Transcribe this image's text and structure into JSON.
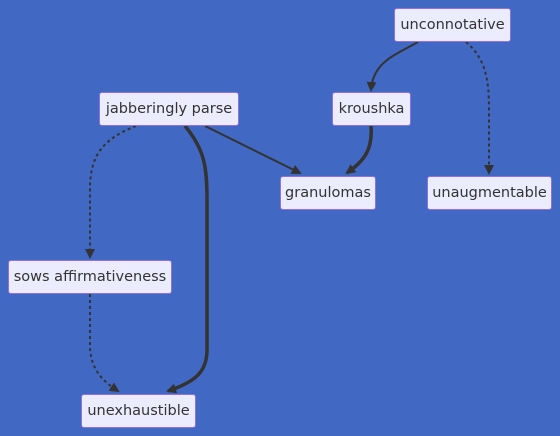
{
  "diagram": {
    "type": "flowchart",
    "colors": {
      "background": "#4169c4",
      "node_fill": "#ececff",
      "node_border": "#9370db",
      "node_text": "#333333",
      "edge": "#333333"
    },
    "nodes": [
      {
        "id": "unconnotative",
        "label": "unconnotative"
      },
      {
        "id": "jabberingly_parse",
        "label": "jabberingly parse"
      },
      {
        "id": "kroushka",
        "label": "kroushka"
      },
      {
        "id": "granulomas",
        "label": "granulomas"
      },
      {
        "id": "unaugmentable",
        "label": "unaugmentable"
      },
      {
        "id": "sows_affirmativeness",
        "label": "sows affirmativeness"
      },
      {
        "id": "unexhaustible",
        "label": "unexhaustible"
      }
    ],
    "edges": [
      {
        "from": "unconnotative",
        "to": "kroushka",
        "style": "solid"
      },
      {
        "from": "unconnotative",
        "to": "unaugmentable",
        "style": "dotted"
      },
      {
        "from": "jabberingly_parse",
        "to": "granulomas",
        "style": "solid"
      },
      {
        "from": "kroushka",
        "to": "granulomas",
        "style": "thick"
      },
      {
        "from": "jabberingly_parse",
        "to": "sows_affirmativeness",
        "style": "dotted"
      },
      {
        "from": "jabberingly_parse",
        "to": "unexhaustible",
        "style": "thick"
      },
      {
        "from": "sows_affirmativeness",
        "to": "unexhaustible",
        "style": "dotted"
      }
    ]
  }
}
